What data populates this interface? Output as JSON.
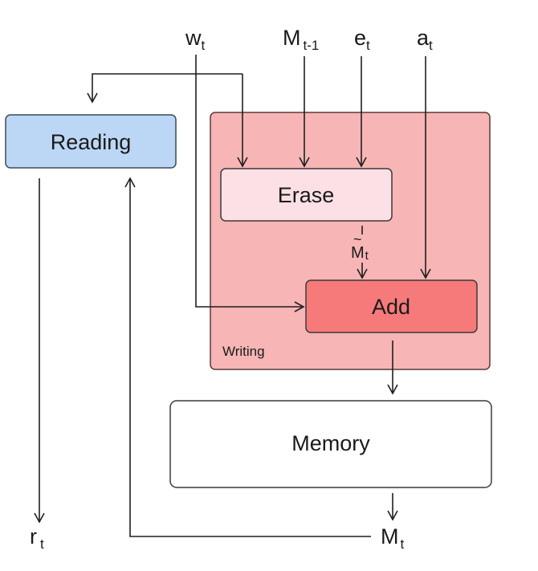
{
  "nodes": {
    "reading": "Reading",
    "erase": "Erase",
    "add": "Add",
    "memory": "Memory",
    "writing": "Writing"
  },
  "inputs": {
    "w": {
      "base": "w",
      "sub": "t"
    },
    "m_prev": {
      "base": "M",
      "sub": "t-1"
    },
    "e": {
      "base": "e",
      "sub": "t"
    },
    "a": {
      "base": "a",
      "sub": "t"
    }
  },
  "intermediate": {
    "m_tilde": {
      "base": "M",
      "accent": "~",
      "sub": "t"
    }
  },
  "outputs": {
    "r": {
      "base": "r",
      "sub": "t"
    },
    "m_out": {
      "base": "M",
      "sub": "t"
    }
  },
  "colors": {
    "reading_fill": "#bcd7f5",
    "reading_stroke": "#3f4a57",
    "writing_fill": "#f8b5b5",
    "writing_stroke": "#5a3a3a",
    "erase_fill": "#fde0e6",
    "add_fill": "#f77a7a",
    "memory_fill": "#ffffff"
  }
}
